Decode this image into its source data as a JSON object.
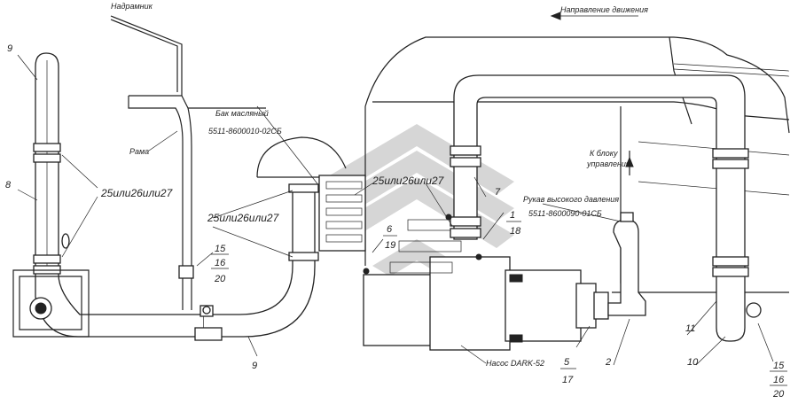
{
  "labels": {
    "nadramnik": "Надрамник",
    "napravlenie": "Направление движения",
    "rama": "Рама",
    "bak": "Бак масляный",
    "bak_code": "5511-8600010-02СБ",
    "k_bloku_1": "К блоку",
    "k_bloku_2": "управления",
    "rukav": "Рукав высокого давления",
    "rukav_code": "5511-8600090-01СБ",
    "nasos": "Насос DARK-52",
    "clamp_a": "25или26или27",
    "clamp_b": "25или26или27",
    "clamp_c": "25или26или27"
  },
  "callouts": {
    "p9a": "9",
    "p8": "8",
    "p9b": "9",
    "p15a": "15",
    "p16a": "16",
    "p20a": "20",
    "p6": "6",
    "p19": "19",
    "p7": "7",
    "p1": "1",
    "p18": "18",
    "p5": "5",
    "p17": "17",
    "p2": "2",
    "p11": "11",
    "p10": "10",
    "p15b": "15",
    "p16b": "16",
    "p20b": "20"
  }
}
